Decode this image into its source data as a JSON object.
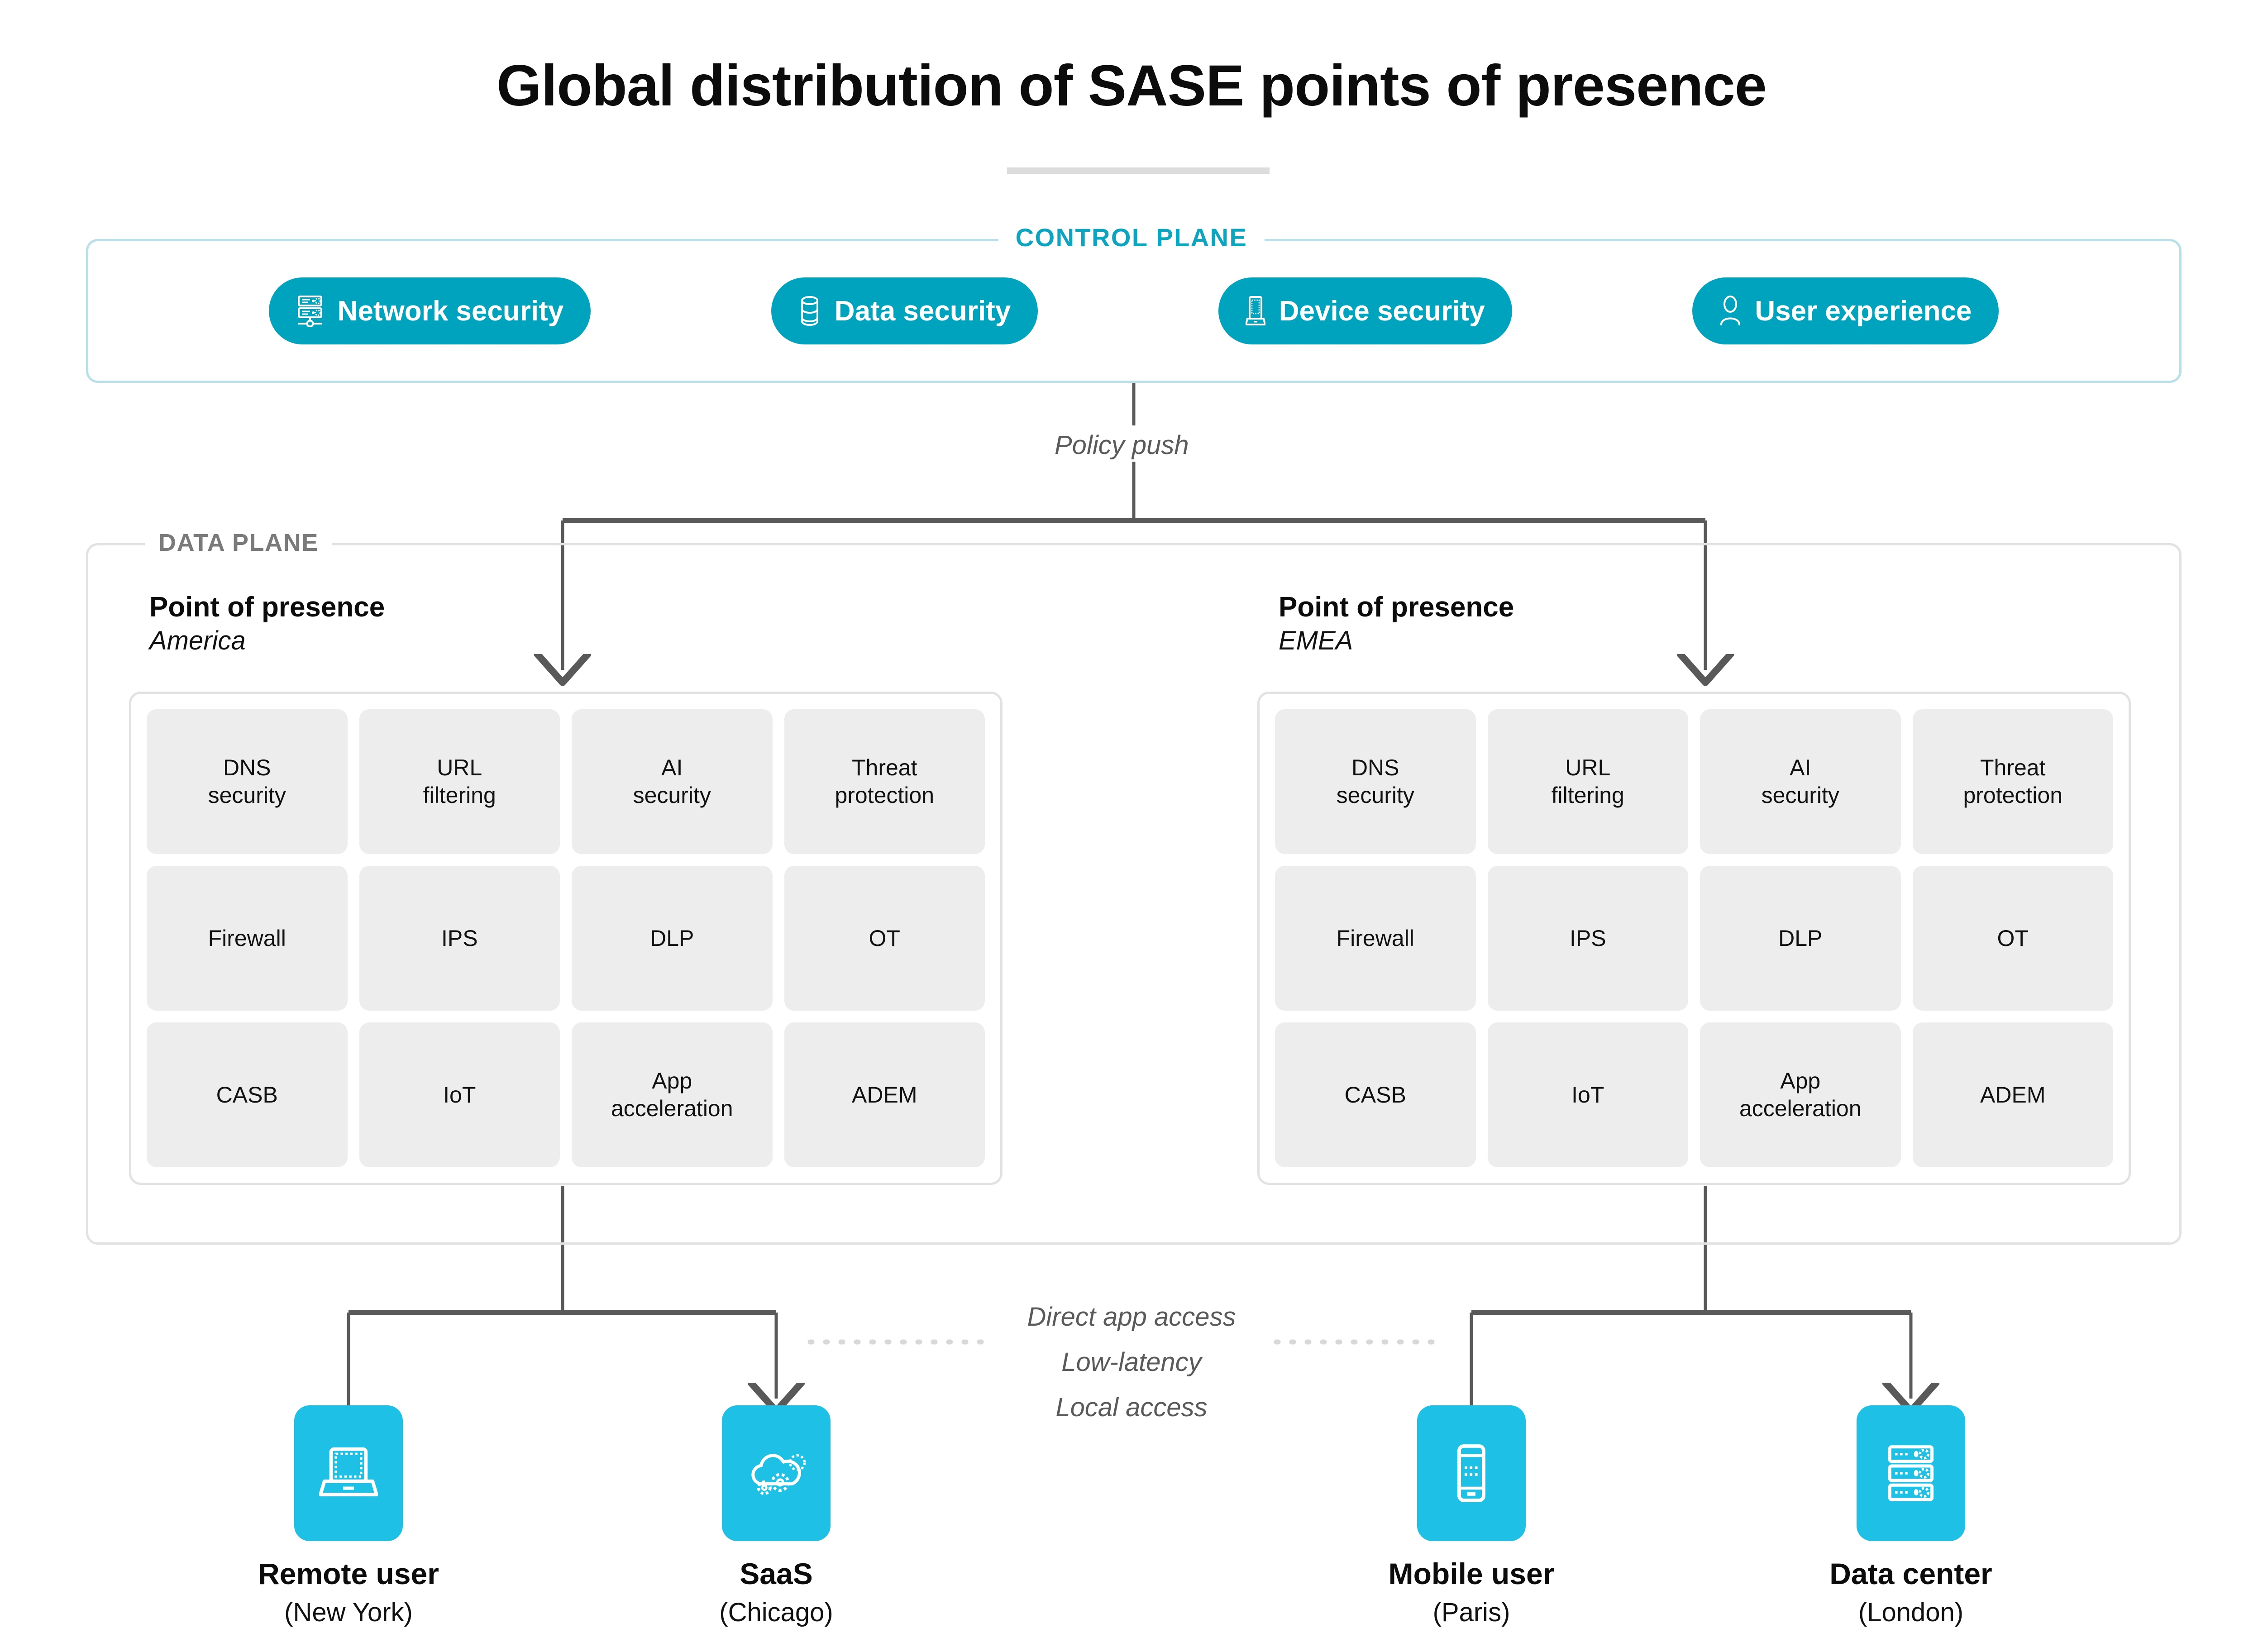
{
  "title": "Global distribution of SASE points of presence",
  "colors": {
    "control_plane_accent": "#0ca4be",
    "control_plane_border": "#b9dfe9",
    "pill_fill": "#00a3bd",
    "node_fill": "#1ec0e6",
    "tile_fill": "#ededed",
    "panel_border": "#e2e2e2",
    "connector": "#595959",
    "muted_text": "#7a7a7a"
  },
  "control_plane": {
    "label": "CONTROL PLANE",
    "pills": [
      {
        "label": "Network security",
        "icon": "server-icon"
      },
      {
        "label": "Data security",
        "icon": "database-icon"
      },
      {
        "label": "Device security",
        "icon": "laptop-icon"
      },
      {
        "label": "User experience",
        "icon": "user-icon"
      }
    ]
  },
  "policy_push_label": "Policy push",
  "data_plane": {
    "label": "DATA PLANE",
    "pops": [
      {
        "title": "Point of presence",
        "region": "America",
        "services": [
          "DNS\nsecurity",
          "URL\nfiltering",
          "AI\nsecurity",
          "Threat\nprotection",
          "Firewall",
          "IPS",
          "DLP",
          "OT",
          "CASB",
          "IoT",
          "App\nacceleration",
          "ADEM"
        ]
      },
      {
        "title": "Point of presence",
        "region": "EMEA",
        "services": [
          "DNS\nsecurity",
          "URL\nfiltering",
          "AI\nsecurity",
          "Threat\nprotection",
          "Firewall",
          "IPS",
          "DLP",
          "OT",
          "CASB",
          "IoT",
          "App\nacceleration",
          "ADEM"
        ]
      }
    ]
  },
  "middle_labels": [
    "Direct app access",
    "Low-latency",
    "Local access"
  ],
  "endpoints": [
    {
      "name": "Remote user",
      "location": "(New York)",
      "icon": "laptop-icon"
    },
    {
      "name": "SaaS",
      "location": "(Chicago)",
      "icon": "cloud-gears-icon"
    },
    {
      "name": "Mobile user",
      "location": "(Paris)",
      "icon": "mobile-phone-icon"
    },
    {
      "name": "Data center",
      "location": "(London)",
      "icon": "server-rack-icon"
    }
  ]
}
